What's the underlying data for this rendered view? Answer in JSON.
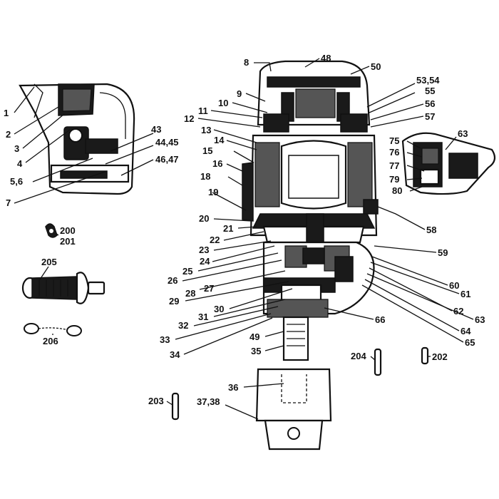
{
  "callouts": {
    "c1": "1",
    "c2": "2",
    "c3": "3",
    "c4": "4",
    "c5_6": "5,6",
    "c7": "7",
    "c43": "43",
    "c44_45": "44,45",
    "c46_47": "46,47",
    "c200": "200",
    "c201": "201",
    "c205": "205",
    "c206": "206",
    "c8": "8",
    "c9": "9",
    "c10": "10",
    "c11": "11",
    "c12": "12",
    "c13": "13",
    "c14": "14",
    "c15": "15",
    "c16": "16",
    "c18": "18",
    "c19": "19",
    "c20": "20",
    "c21": "21",
    "c22": "22",
    "c23": "23",
    "c24": "24",
    "c25": "25",
    "c26": "26",
    "c27": "27",
    "c28": "28",
    "c29": "29",
    "c30": "30",
    "c31": "31",
    "c32": "32",
    "c33": "33",
    "c34": "34",
    "c49": "49",
    "c35": "35",
    "c36": "36",
    "c37_38": "37,38",
    "c203": "203",
    "c48": "48",
    "c50": "50",
    "c53_54": "53,54",
    "c55": "55",
    "c56": "56",
    "c57": "57",
    "c58": "58",
    "c59": "59",
    "c60": "60",
    "c61": "61",
    "c62": "62",
    "c63": "63",
    "c64": "64",
    "c65": "65",
    "c66": "66",
    "c204": "204",
    "c202": "202",
    "c63_detail": "63",
    "c75": "75",
    "c76": "76",
    "c77": "77",
    "c79": "79",
    "c80": "80"
  }
}
